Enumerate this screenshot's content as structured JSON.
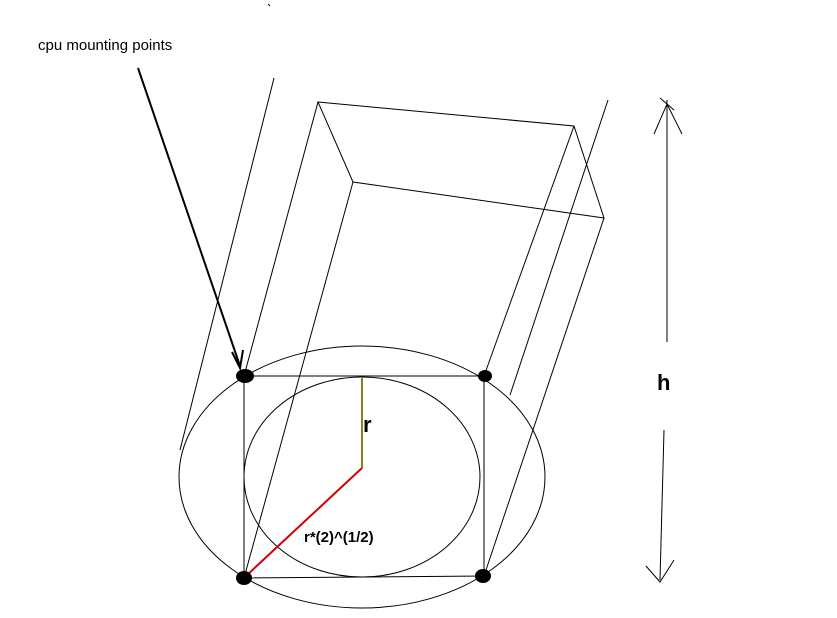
{
  "labels": {
    "cpu_mounting_points": "cpu mounting points",
    "radius": "r",
    "height": "h",
    "diagonal": "r*(2)^(1/2)"
  },
  "colors": {
    "line": "#000000",
    "radius_line": "#8b7d1a",
    "diagonal_line": "#d40000",
    "background": "#ffffff"
  }
}
